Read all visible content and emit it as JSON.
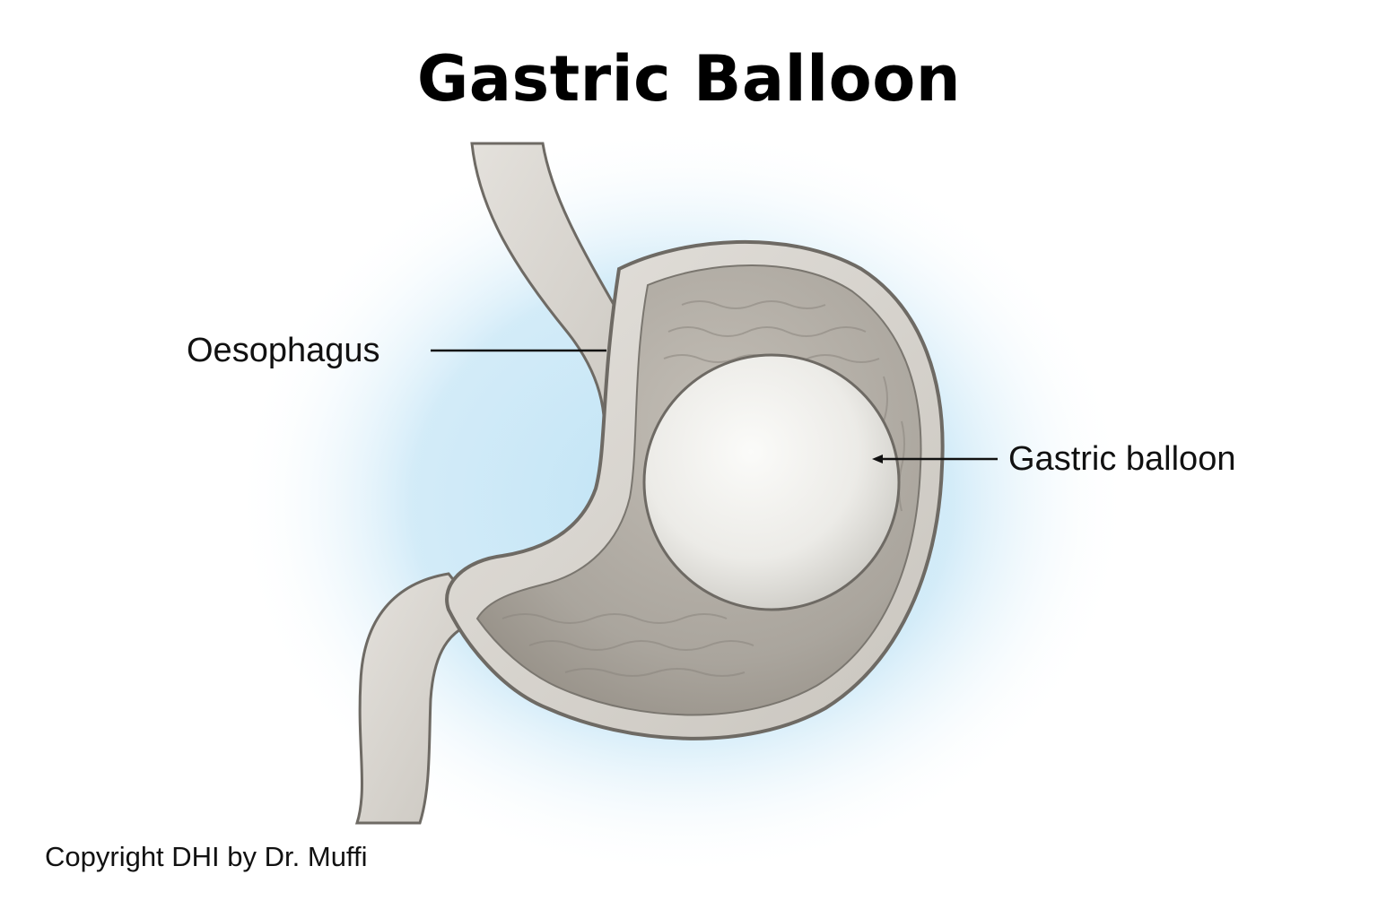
{
  "title": "Gastric Balloon",
  "labels": {
    "oesophagus": "Oesophagus",
    "gastric_balloon": "Gastric balloon"
  },
  "copyright": "Copyright DHI by Dr. Muffi",
  "colors": {
    "background_glow": "#bfe3f5",
    "outline": "#6e6a64",
    "tissue": "#d7d3cc",
    "interior": "#a9a49c",
    "balloon": "#efefec",
    "text": "#111111"
  }
}
